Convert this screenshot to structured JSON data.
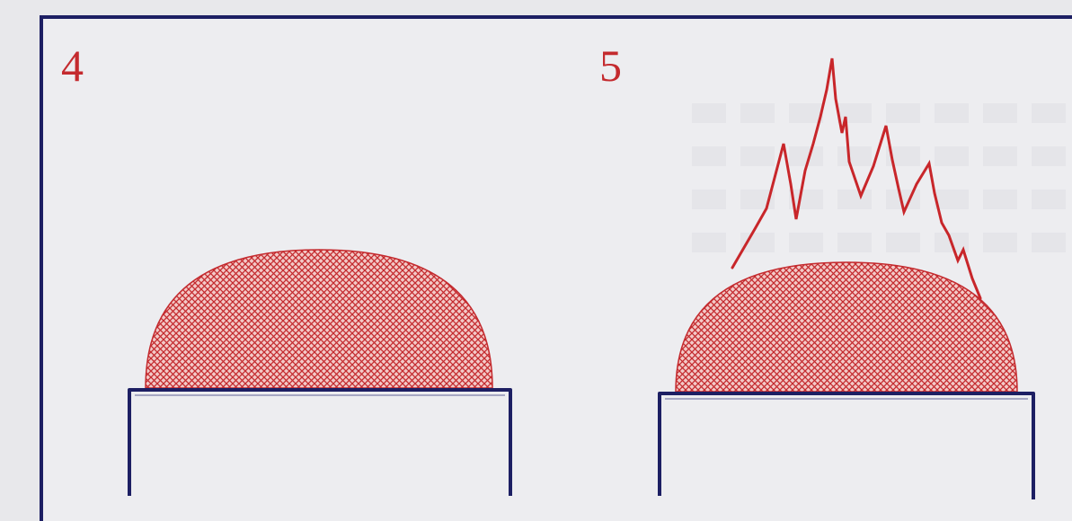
{
  "panels": [
    {
      "label": "4"
    },
    {
      "label": "5"
    }
  ],
  "colors": {
    "frame": "#1d1f63",
    "dome": "#c42a2e",
    "flame": "#c8262a",
    "background": "#e8e8eb"
  },
  "icons": {
    "dome": "crosshatched-dome",
    "flame": "zigzag-flame",
    "base": "open-box-outline"
  }
}
